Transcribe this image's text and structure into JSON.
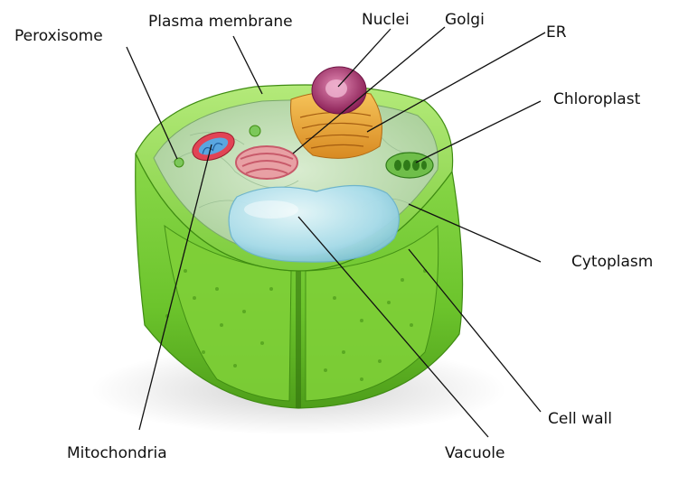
{
  "labels": {
    "peroxisome": "Peroxisome",
    "plasma_membrane": "Plasma membrane",
    "nuclei": "Nuclei",
    "golgi": "Golgi",
    "er": "ER",
    "chloroplast": "Chloroplast",
    "cytoplasm": "Cytoplasm",
    "cell_wall": "Cell wall",
    "vacuole": "Vacuole",
    "mitochondria": "Mitochondria"
  },
  "colors": {
    "cell_wall_light": "#9ee05a",
    "cell_wall_mid": "#6cc42c",
    "cell_wall_dark": "#3f8c12",
    "cytoplasm": "#c4dfb6",
    "vacuole": "#bfe6f2",
    "nucleus": "#b63a7a",
    "golgi": "#e9a93a",
    "er": "#d9747e",
    "mitochondria": "#d9394a",
    "chloroplast": "#57a83a",
    "leader_line": "#111111"
  }
}
